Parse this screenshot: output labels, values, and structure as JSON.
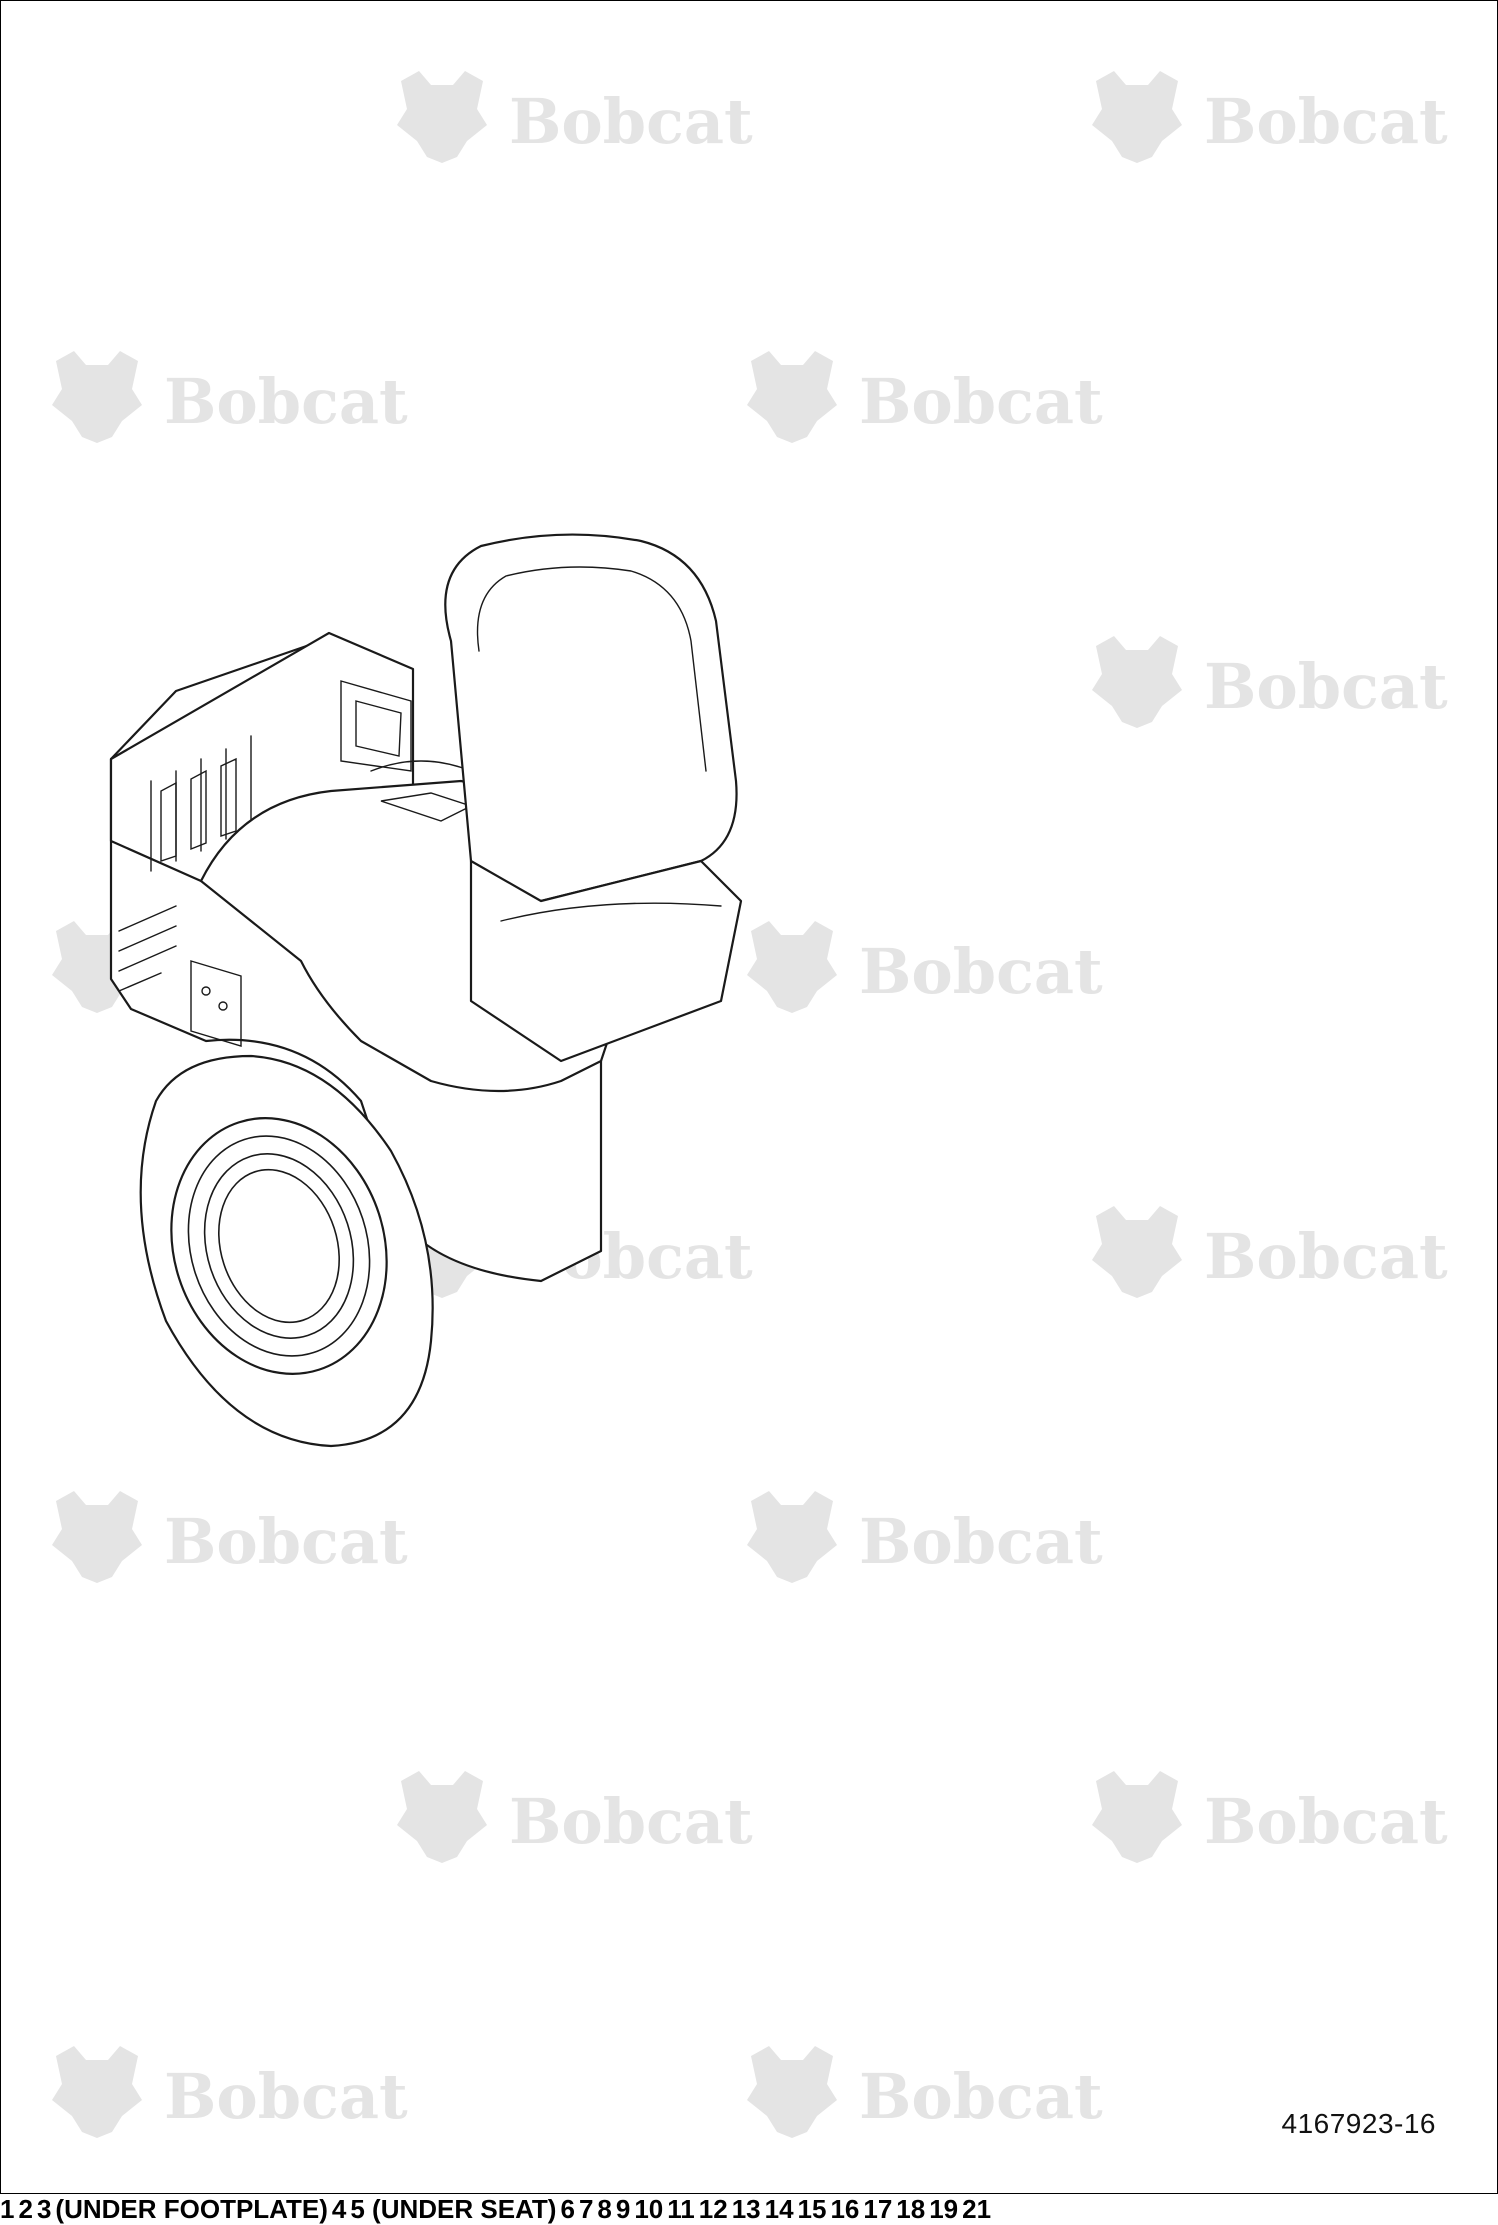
{
  "watermark": {
    "brand": "Bobcat",
    "logo_icon": "bobcat-head-logo"
  },
  "callouts": [
    {
      "id": "c1",
      "label": "1"
    },
    {
      "id": "c2",
      "label": "2"
    },
    {
      "id": "c3",
      "label": "3"
    },
    {
      "id": "c3note",
      "label": "(UNDER FOOTPLATE)"
    },
    {
      "id": "c4",
      "label": "4"
    },
    {
      "id": "c5",
      "label": "5 (UNDER SEAT)"
    },
    {
      "id": "c6",
      "label": "6"
    },
    {
      "id": "c7",
      "label": "7"
    },
    {
      "id": "c8",
      "label": "8"
    },
    {
      "id": "c9",
      "label": "9"
    },
    {
      "id": "c10",
      "label": "10"
    },
    {
      "id": "c11",
      "label": "11"
    },
    {
      "id": "c12",
      "label": "12"
    },
    {
      "id": "c13",
      "label": "13"
    },
    {
      "id": "c14",
      "label": "14"
    },
    {
      "id": "c15",
      "label": "15"
    },
    {
      "id": "c16",
      "label": "16"
    },
    {
      "id": "c17",
      "label": "17"
    },
    {
      "id": "c18",
      "label": "18"
    },
    {
      "id": "c19",
      "label": "19"
    },
    {
      "id": "c21",
      "label": "21"
    }
  ],
  "figure_number": "4167923-16"
}
